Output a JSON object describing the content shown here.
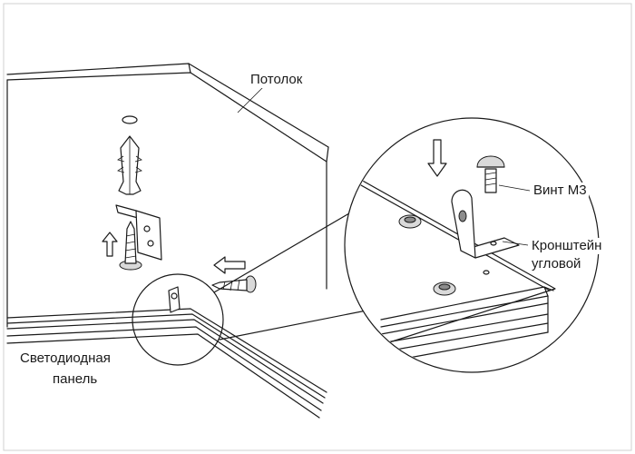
{
  "labels": {
    "ceiling": "Потолок",
    "screw": "Винт М3",
    "bracket_line1": "Кронштейн",
    "bracket_line2": "угловой",
    "panel_line1": "Светодиодная",
    "panel_line2": "панель"
  },
  "colors": {
    "line": "#1a1a1a",
    "background": "#ffffff",
    "metal": "#d9d9d9",
    "shadow": "#8c8c8c"
  }
}
